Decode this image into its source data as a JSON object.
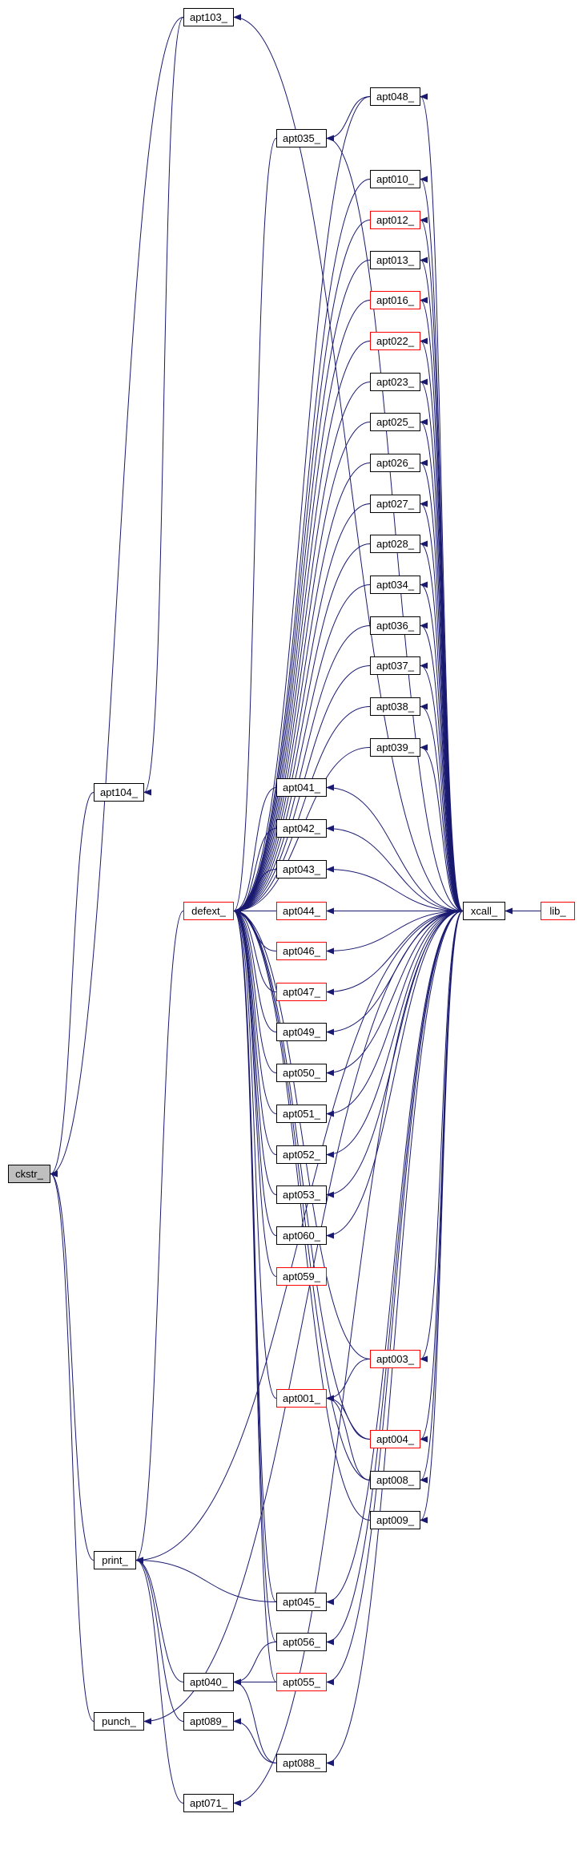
{
  "colors": {
    "edge": "#191970",
    "border": "#000000",
    "red_border": "#ff0000",
    "highlight_fill": "#bfbfbf"
  },
  "nodes": {
    "ckstr": "ckstr_",
    "apt103": "apt103_",
    "apt104": "apt104_",
    "print": "print_",
    "punch": "punch_",
    "defext": "defext_",
    "apt048": "apt048_",
    "apt035": "apt035_",
    "apt010": "apt010_",
    "apt012": "apt012_",
    "apt013": "apt013_",
    "apt016": "apt016_",
    "apt022": "apt022_",
    "apt023": "apt023_",
    "apt025": "apt025_",
    "apt026": "apt026_",
    "apt027": "apt027_",
    "apt028": "apt028_",
    "apt034": "apt034_",
    "apt036": "apt036_",
    "apt037": "apt037_",
    "apt038": "apt038_",
    "apt039": "apt039_",
    "apt041": "apt041_",
    "apt042": "apt042_",
    "apt043": "apt043_",
    "apt044": "apt044_",
    "apt046": "apt046_",
    "apt047": "apt047_",
    "apt049": "apt049_",
    "apt050": "apt050_",
    "apt051": "apt051_",
    "apt052": "apt052_",
    "apt053": "apt053_",
    "apt060": "apt060_",
    "apt059": "apt059_",
    "apt003": "apt003_",
    "apt001": "apt001_",
    "apt004": "apt004_",
    "apt008": "apt008_",
    "apt009": "apt009_",
    "apt045": "apt045_",
    "apt056": "apt056_",
    "apt040": "apt040_",
    "apt055": "apt055_",
    "apt089": "apt089_",
    "apt088": "apt088_",
    "apt071": "apt071_",
    "xcall": "xcall_",
    "lib": "lib_"
  }
}
